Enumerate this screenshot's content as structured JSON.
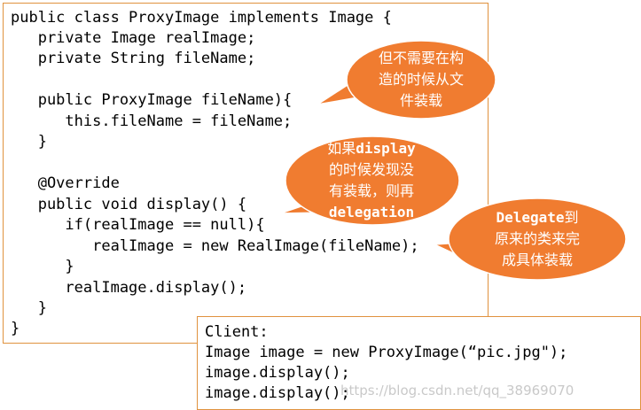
{
  "code_lines": [
    "public class ProxyImage implements Image {",
    "   private Image realImage;",
    "   private String fileName;",
    "",
    "   public ProxyImage fileName){",
    "      this.fileName = fileName;",
    "   }",
    "",
    "   @Override",
    "   public void display() {",
    "      if(realImage == null){",
    "         realImage = new RealImage(fileName);",
    "      }",
    "      realImage.display();",
    "   }",
    "}"
  ],
  "client_lines": [
    "Client:",
    "Image image = new ProxyImage(“pic.jpg\");",
    "image.display();",
    "image.display();"
  ],
  "callouts": {
    "c1": {
      "line1": "但不需要在构",
      "line2": "造的时候从文",
      "line3": "件装载"
    },
    "c2": {
      "line1_pre": "如果",
      "line1_bold": "display",
      "line2": "的时候发现没",
      "line3": "有装载，则再",
      "line4_bold": "delegation"
    },
    "c3": {
      "line1_bold": "Delegate",
      "line1_post": "到",
      "line2": "原来的类来完",
      "line3": "成具体装载"
    }
  },
  "watermark": "https://blog.csdn.net/qq_38969070",
  "colors": {
    "callout_fill": "#F07C30",
    "callout_stroke": "#ffffff",
    "box_border": "#E0923E"
  }
}
